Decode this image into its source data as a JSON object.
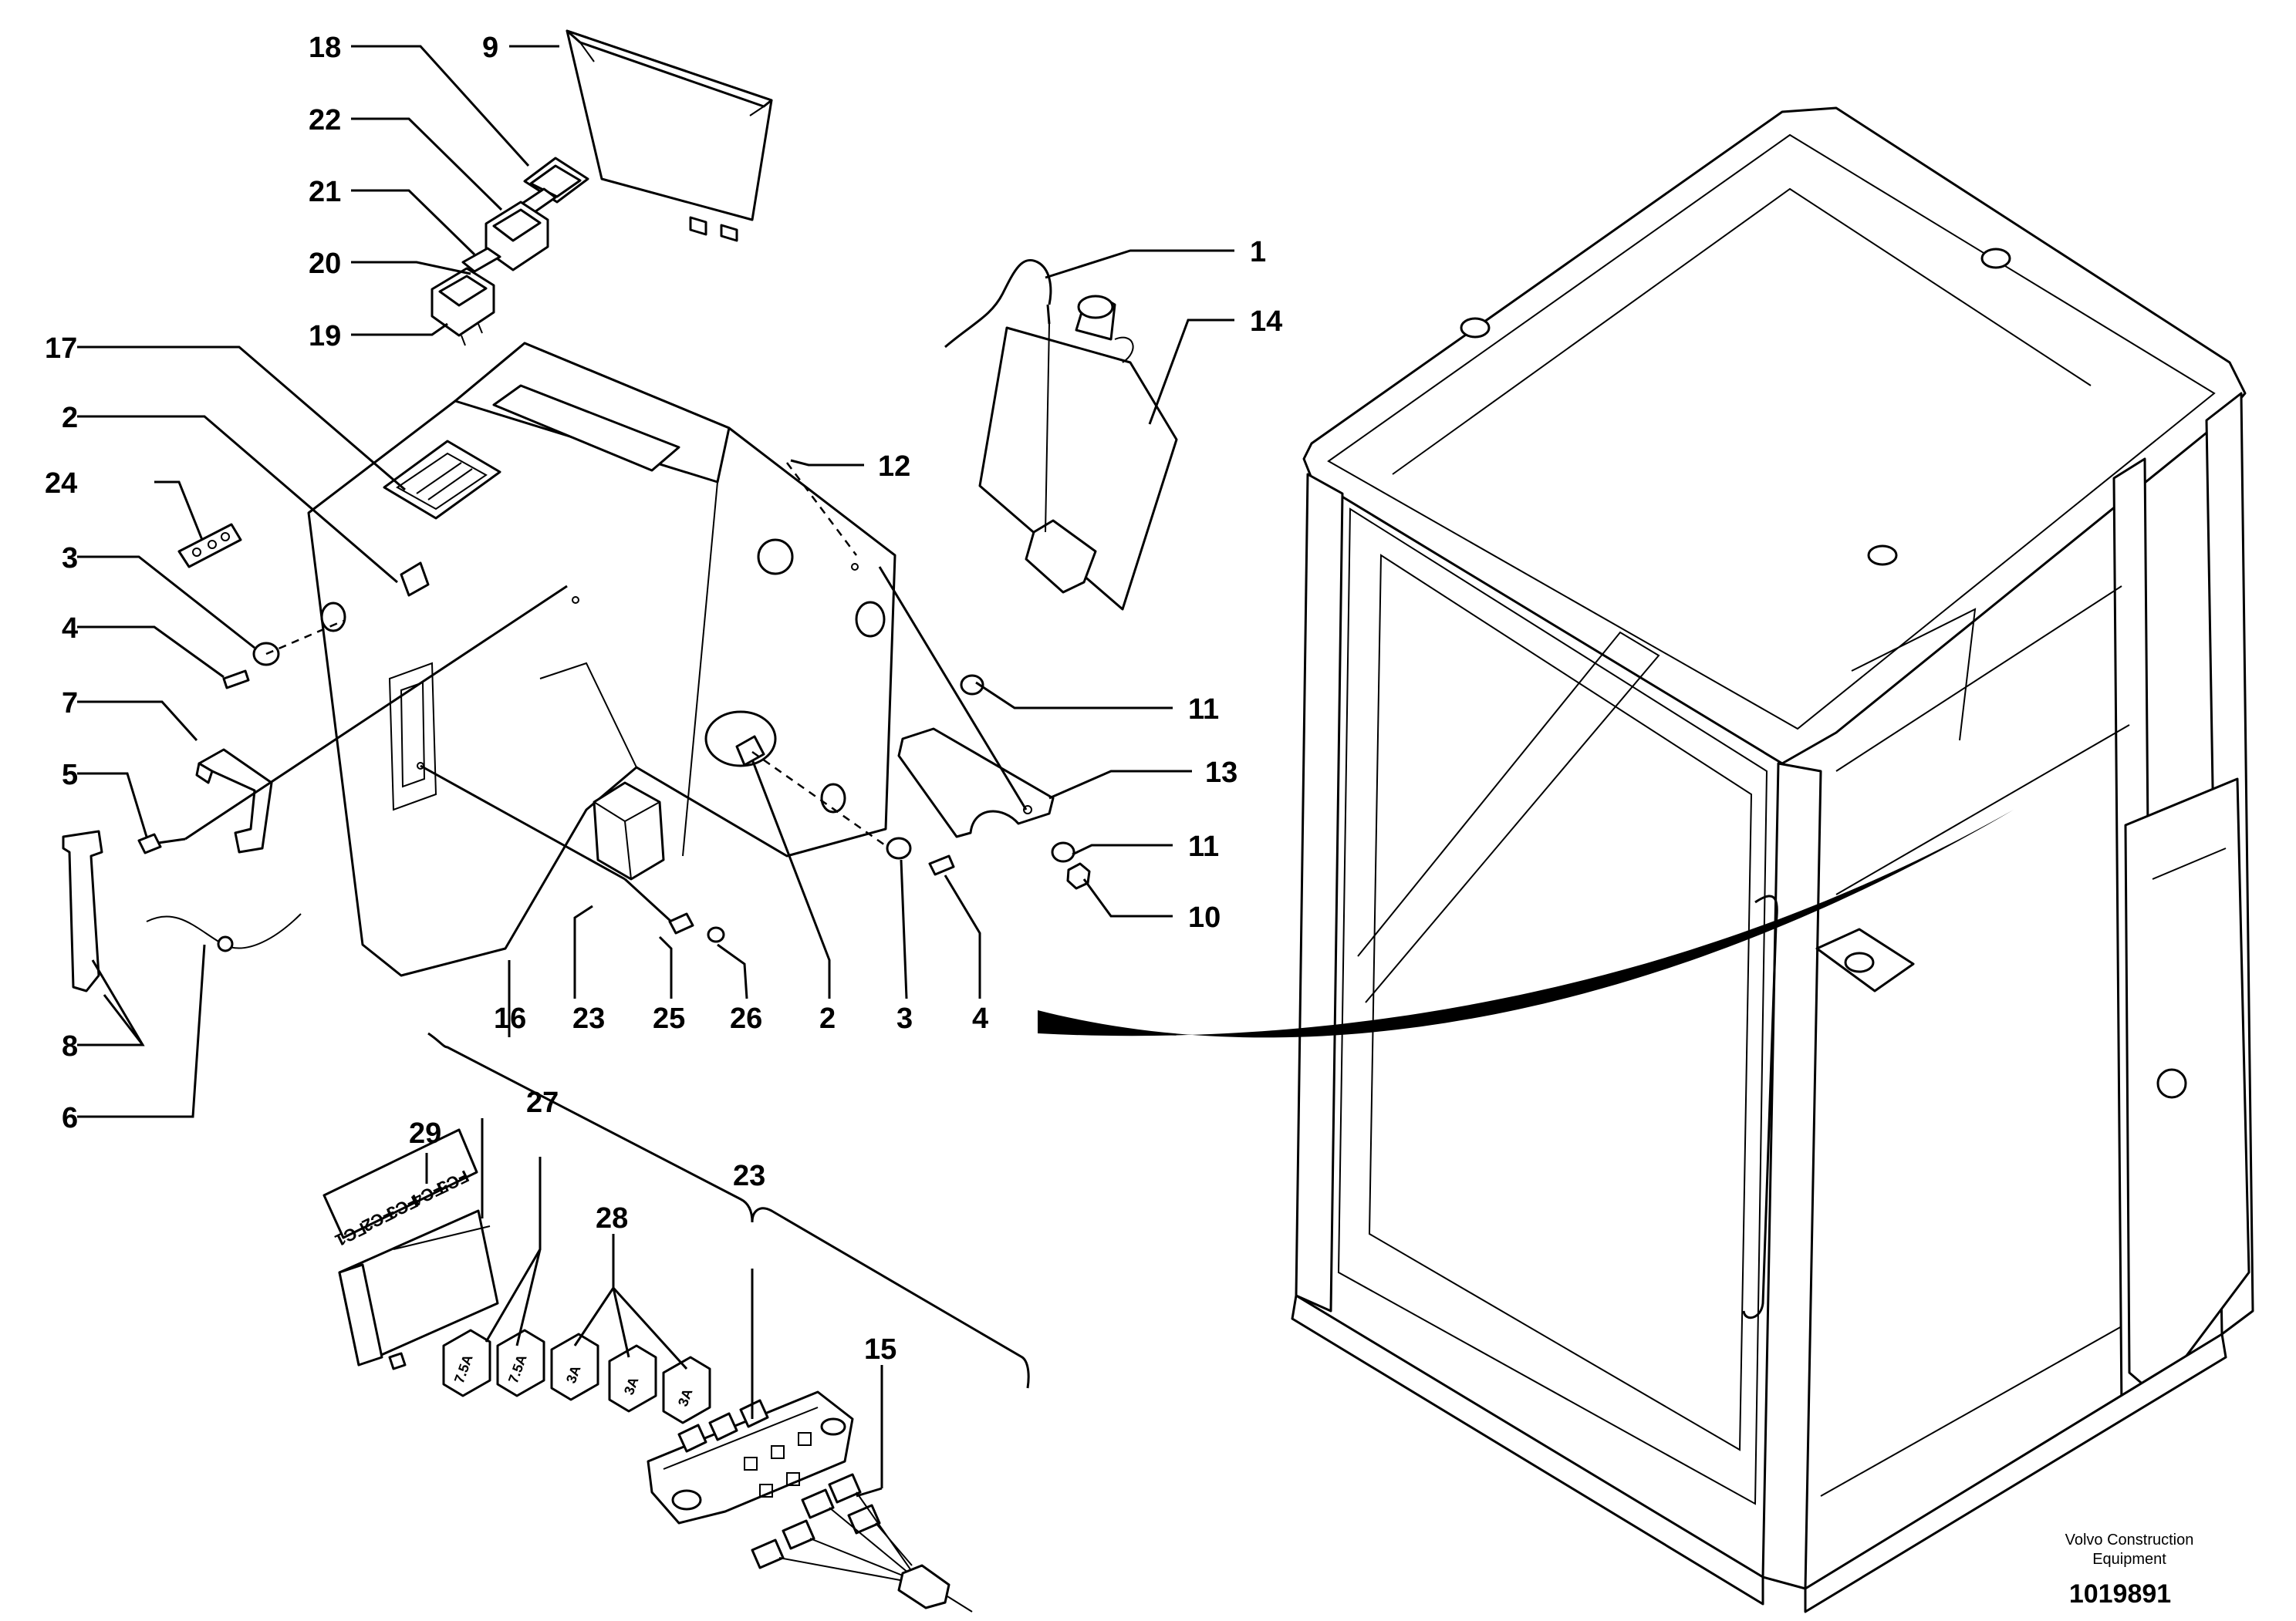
{
  "callouts": [
    {
      "id": "c18",
      "text": "18"
    },
    {
      "id": "c9",
      "text": "9"
    },
    {
      "id": "c22",
      "text": "22"
    },
    {
      "id": "c21",
      "text": "21"
    },
    {
      "id": "c20",
      "text": "20"
    },
    {
      "id": "c19",
      "text": "19"
    },
    {
      "id": "c1",
      "text": "1"
    },
    {
      "id": "c14",
      "text": "14"
    },
    {
      "id": "c17",
      "text": "17"
    },
    {
      "id": "c2a",
      "text": "2"
    },
    {
      "id": "c24",
      "text": "24"
    },
    {
      "id": "c12",
      "text": "12"
    },
    {
      "id": "c3a",
      "text": "3"
    },
    {
      "id": "c4a",
      "text": "4"
    },
    {
      "id": "c7",
      "text": "7"
    },
    {
      "id": "c11a",
      "text": "11"
    },
    {
      "id": "c5",
      "text": "5"
    },
    {
      "id": "c13",
      "text": "13"
    },
    {
      "id": "c11b",
      "text": "11"
    },
    {
      "id": "c10",
      "text": "10"
    },
    {
      "id": "c16",
      "text": "16"
    },
    {
      "id": "c23a",
      "text": "23"
    },
    {
      "id": "c25",
      "text": "25"
    },
    {
      "id": "c26",
      "text": "26"
    },
    {
      "id": "c2b",
      "text": "2"
    },
    {
      "id": "c3b",
      "text": "3"
    },
    {
      "id": "c4b",
      "text": "4"
    },
    {
      "id": "c8",
      "text": "8"
    },
    {
      "id": "c6",
      "text": "6"
    },
    {
      "id": "c29",
      "text": "29"
    },
    {
      "id": "c27",
      "text": "27"
    },
    {
      "id": "c28",
      "text": "28"
    },
    {
      "id": "c23b",
      "text": "23"
    },
    {
      "id": "c15",
      "text": "15"
    }
  ],
  "fuse_labels": {
    "fc1": "FC1",
    "fc2": "FC2",
    "fc3": "FC3",
    "fc4": "FC4",
    "fc5": "FC5",
    "f75a": "7.5A",
    "f3a": "3A"
  },
  "credit": {
    "line1": "Volvo Construction",
    "line2": "Equipment",
    "doc_number": "1019891"
  }
}
